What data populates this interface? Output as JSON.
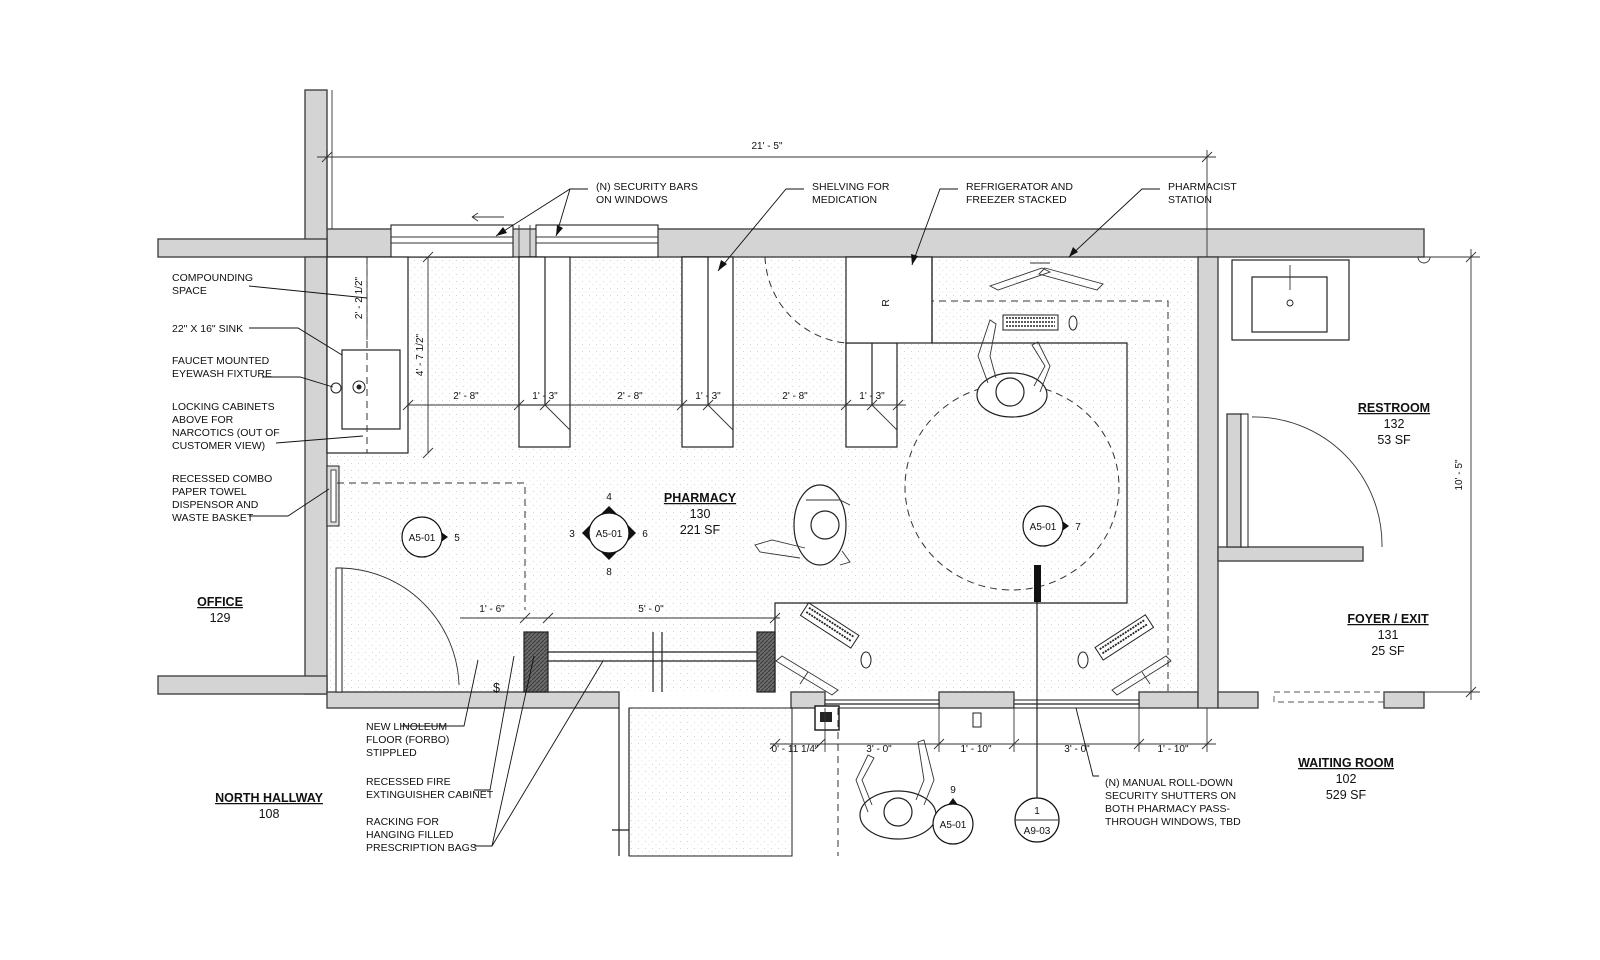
{
  "rooms": {
    "pharmacy": {
      "name": "PHARMACY",
      "number": "130",
      "area": "221 SF"
    },
    "restroom": {
      "name": "RESTROOM",
      "number": "132",
      "area": "53 SF"
    },
    "foyer": {
      "name": "FOYER / EXIT",
      "number": "131",
      "area": "25 SF"
    },
    "office": {
      "name": "OFFICE",
      "number": "129"
    },
    "north_hallway": {
      "name": "NORTH HALLWAY",
      "number": "108"
    },
    "waiting_room": {
      "name": "WAITING ROOM",
      "number": "102",
      "area": "529 SF"
    }
  },
  "notes": {
    "security_bars": [
      "(N) SECURITY BARS",
      "ON WINDOWS"
    ],
    "shelving": [
      "SHELVING FOR",
      "MEDICATION"
    ],
    "refrigerator": [
      "REFRIGERATOR AND",
      "FREEZER STACKED"
    ],
    "pharmacist_station": [
      "PHARMACIST",
      "STATION"
    ],
    "compounding": [
      "COMPOUNDING",
      "SPACE"
    ],
    "sink": [
      "22\" X 16\" SINK"
    ],
    "eyewash": [
      "FAUCET MOUNTED",
      "EYEWASH FIXTURE"
    ],
    "locking_cabinets": [
      "LOCKING CABINETS",
      "ABOVE FOR",
      "NARCOTICS (OUT OF",
      "CUSTOMER VIEW)"
    ],
    "paper_towel": [
      "RECESSED COMBO",
      "PAPER TOWEL",
      "DISPENSOR AND",
      "WASTE BASKET"
    ],
    "linoleum": [
      "NEW LINOLEUM",
      "FLOOR (FORBO)",
      "STIPPLED"
    ],
    "fire_ext": [
      "RECESSED FIRE",
      "EXTINGUISHER CABINET"
    ],
    "racking": [
      "RACKING FOR",
      "HANGING FILLED",
      "PRESCRIPTION BAGS"
    ],
    "shutters": [
      "(N) MANUAL ROLL-DOWN",
      "SECURITY SHUTTERS ON",
      "BOTH PHARMACY PASS-",
      "THROUGH WINDOWS, TBD"
    ]
  },
  "dimensions": {
    "overall_width": "21' - 5\"",
    "overall_height": "10' - 5\"",
    "counter_depth": "2' - 2 1/2\"",
    "shelf_depth": "4' - 7 1/2\"",
    "gap1": "2' - 8\"",
    "shelf1": "1' - 3\"",
    "gap2": "2' - 8\"",
    "shelf2": "1' - 3\"",
    "gap3": "2' - 8\"",
    "shelf3": "1' - 3\"",
    "rack_offset": "1' - 6\"",
    "rack_width": "5' - 0\"",
    "win_offset": "0' - 11 1/4\"",
    "win1": "3' - 0\"",
    "win_gap": "1' - 10\"",
    "win2": "3' - 0\"",
    "win_end": "1' - 10\""
  },
  "tags": {
    "elev_center": {
      "sheet": "A5-01",
      "n_top": "4",
      "n_left": "3",
      "n_right": "6",
      "n_bottom": "8"
    },
    "elev_left": {
      "sheet": "A5-01",
      "num": "5"
    },
    "elev_right": {
      "sheet": "A5-01",
      "num": "7"
    },
    "elev_bottom": {
      "sheet": "A5-01",
      "num": "9"
    },
    "section": {
      "num": "1",
      "sheet": "A9-03"
    }
  },
  "fridge_label": "R",
  "extinguisher_symbol": "$"
}
